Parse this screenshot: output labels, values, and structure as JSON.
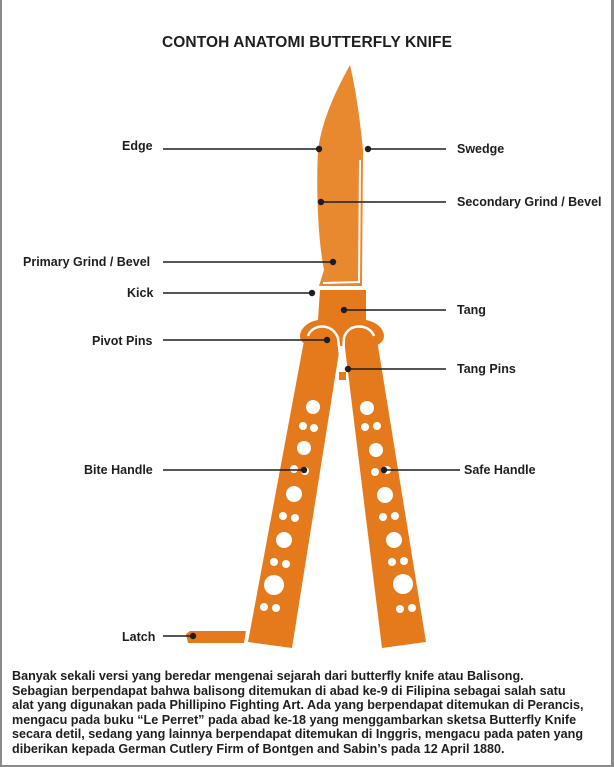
{
  "title": "CONTOH ANATOMI BUTTERFLY KNIFE",
  "labels": {
    "edge": "Edge",
    "swedge": "Swedge",
    "secondary_grind": "Secondary Grind / Bevel",
    "primary_grind": "Primary Grind / Bevel",
    "kick": "Kick",
    "tang": "Tang",
    "pivot_pins": "Pivot Pins",
    "tang_pins": "Tang Pins",
    "bite_handle": "Bite Handle",
    "safe_handle": "Safe Handle",
    "latch": "Latch"
  },
  "description": {
    "lines": [
      "Banyak sekali versi yang beredar mengenai sejarah dari butterfly knife atau Balisong.",
      "Sebagian berpendapat bahwa balisong ditemukan di abad ke-9 di Filipina sebagai salah satu",
      "alat yang digunakan pada Phillipino Fighting Art. Ada yang berpendapat ditemukan di Perancis,",
      "mengacu pada buku “Le Perret” pada abad ke-18 yang menggambarkan sketsa Butterfly Knife",
      "secara detil, sedang yang lainnya berpendapat ditemukan di Inggris, mengacu pada paten yang",
      "diberikan kepada German Cutlery Firm of Bontgen and Sabin’s pada 12 April 1880."
    ]
  },
  "colors": {
    "blade": "#e8892f",
    "body": "#e57a1c",
    "text": "#1e1e1e",
    "border": "#8a8a8a"
  }
}
